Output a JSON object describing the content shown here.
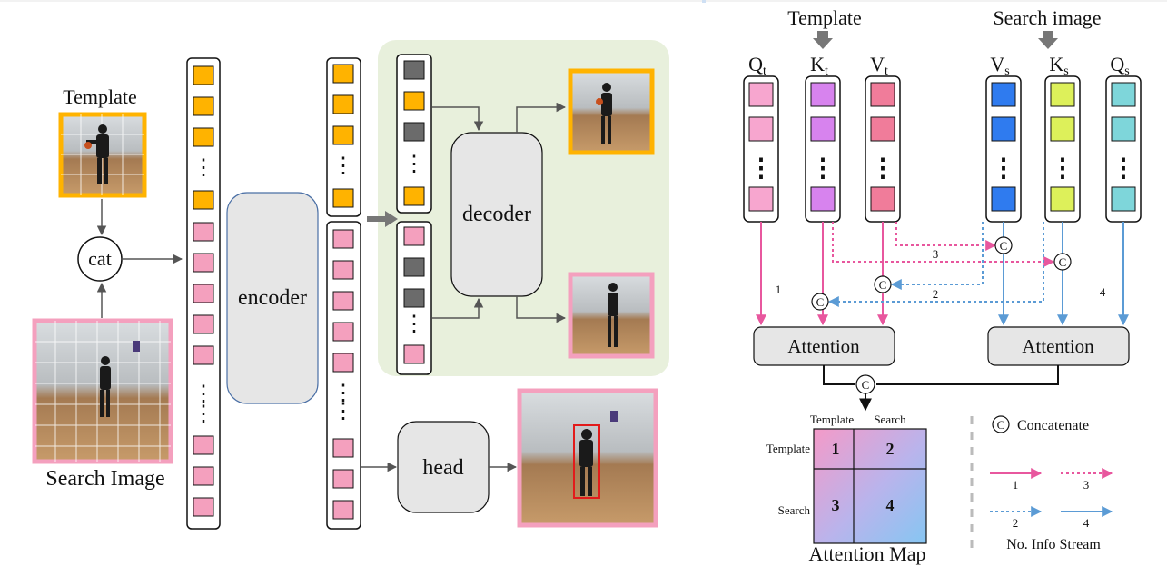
{
  "left": {
    "template_label": "Template",
    "search_label": "Search Image",
    "cat_label": "cat",
    "encoder_label": "encoder",
    "decoder_label": "decoder",
    "head_label": "head",
    "dots": "⋮"
  },
  "right": {
    "template_top": "Template",
    "search_top": "Search image",
    "columns": [
      {
        "main": "Q",
        "sub": "t"
      },
      {
        "main": "K",
        "sub": "t"
      },
      {
        "main": "V",
        "sub": "t"
      },
      {
        "main": "V",
        "sub": "s"
      },
      {
        "main": "K",
        "sub": "s"
      },
      {
        "main": "Q",
        "sub": "s"
      }
    ],
    "attention_left": "Attention",
    "attention_right": "Attention",
    "concat_symbol": "C",
    "stream_numbers": [
      "1",
      "2",
      "3",
      "4"
    ],
    "map": {
      "col_template": "Template",
      "col_search": "Search",
      "row_template": "Template",
      "row_search": "Search",
      "cells": [
        "1",
        "2",
        "3",
        "4"
      ],
      "title": "Attention Map"
    },
    "legend": {
      "concat_label": "Concatenate",
      "arrow_numbers": [
        "1",
        "3",
        "2",
        "4"
      ],
      "title": "No. Info Stream"
    }
  },
  "colors": {
    "orange": "#FFB300",
    "pink": "#F4A0BE",
    "gray": "#6B6B6B",
    "green_panel": "#E8F0DC",
    "q_t": "#F7A6CF",
    "k_t": "#D783EE",
    "v_t": "#F07C9A",
    "v_s": "#2F7BEF",
    "k_s": "#DDF05A",
    "q_s": "#7ED6DA",
    "pink_stream": "#E8579E",
    "blue_stream": "#5B9BD5"
  }
}
